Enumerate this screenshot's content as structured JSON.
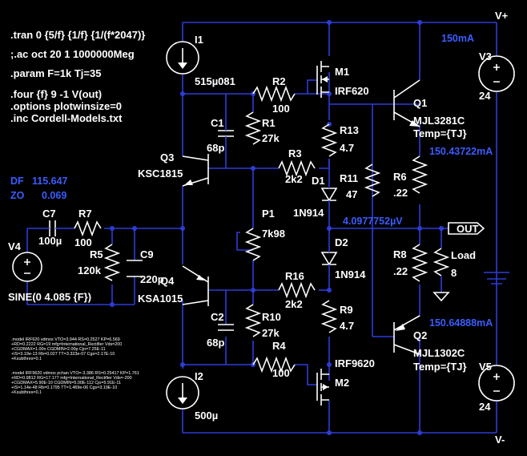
{
  "directives": [
    ".tran 0 {5/f} {1/f} {1/(f*2047)}",
    ";.ac oct 20 1 1000000Meg",
    ".param F=1k Tj=35",
    ".four {f} 9 -1 V(out)",
    ".options plotwinsize=0",
    ".inc Cordell-Models.txt"
  ],
  "measurements": {
    "df_label": "DF",
    "df_value": "115.647",
    "zo_label": "ZO",
    "zo_value": "0.069",
    "i_top": "150mA",
    "i_q1": "150.43722mA",
    "v_out": "4.0977752µV",
    "i_q2": "150.64888mA"
  },
  "rails": {
    "pos": "V+",
    "neg": "V-"
  },
  "net_labels": {
    "out": "OUT"
  },
  "components": {
    "I1": {
      "name": "I1",
      "value": "515µ081"
    },
    "I2": {
      "name": "I2",
      "value": "500µ"
    },
    "M1": {
      "name": "M1",
      "value": "IRF620"
    },
    "M2": {
      "name": "M2",
      "value": "IRF9620"
    },
    "Q1": {
      "name": "Q1",
      "value": "MJL3281C",
      "temp": "Temp={TJ}"
    },
    "Q2": {
      "name": "Q2",
      "value": "MJL1302C",
      "temp": "Temp={TJ}"
    },
    "Q3": {
      "name": "Q3",
      "value": "KSC1815"
    },
    "Q4": {
      "name": "Q4",
      "value": "KSA1015"
    },
    "R1": {
      "name": "R1",
      "value": "27k"
    },
    "R2": {
      "name": "R2",
      "value": "100"
    },
    "R3": {
      "name": "R3",
      "value": "2k2"
    },
    "R4": {
      "name": "R4",
      "value": "100"
    },
    "R5": {
      "name": "R5",
      "value": "120k"
    },
    "R6": {
      "name": "R6",
      "value": ".22"
    },
    "R7": {
      "name": "R7",
      "value": "100"
    },
    "R8": {
      "name": "R8",
      "value": ".22"
    },
    "R9": {
      "name": "R9",
      "value": "4.7"
    },
    "R10": {
      "name": "R10",
      "value": "27k"
    },
    "R11": {
      "name": "R11",
      "value": "47"
    },
    "R13": {
      "name": "R13",
      "value": "4.7"
    },
    "R16": {
      "name": "R16",
      "value": "2k2"
    },
    "P1": {
      "name": "P1",
      "value": "7k98"
    },
    "C1": {
      "name": "C1",
      "value": "68p"
    },
    "C2": {
      "name": "C2",
      "value": "68p"
    },
    "C7": {
      "name": "C7",
      "value": "100µ"
    },
    "C9": {
      "name": "C9",
      "value": "220p"
    },
    "D1": {
      "name": "D1",
      "value": "1N914"
    },
    "D2": {
      "name": "D2",
      "value": "1N914"
    },
    "V3": {
      "name": "V3",
      "value": "24"
    },
    "V4": {
      "name": "V4",
      "value": "SINE(0 4.085 {F})"
    },
    "V5": {
      "name": "V5",
      "value": "24"
    },
    "Load": {
      "name": "Load",
      "value": "8"
    }
  },
  "model_text": [
    ".model IRF620 vdmos VTO=3.944 RS=0.2527 KP=6.569",
    "+RD=0.2222 RG=19 mfg=International_Rectifier Vds=200",
    "+CGDMAX=1.00n CGDMIN=2.00p Cjo=7.25E-11",
    "+IS=3.19e-13 Rb=0.027 TT=3.323e-07 Cgs=2.17E-10",
    "+Ksubthres=0.1",
    ".model IRF9620 vdmos pchan VTO=-3.386 RS=0.25417 KP=1.761",
    "+RD=0.9812 RG=17.177 mfg=International_Rectifier Vds=-200",
    "+CGDMAX=5.90E-10 CGDMIN=5.00E-112 Cjo=5.91E-11",
    "+IS=1.14e-48 Rb=0.1795 TT=1.469e-06 Cgs=3.19E-10",
    "+Ksubthres=0.1"
  ]
}
